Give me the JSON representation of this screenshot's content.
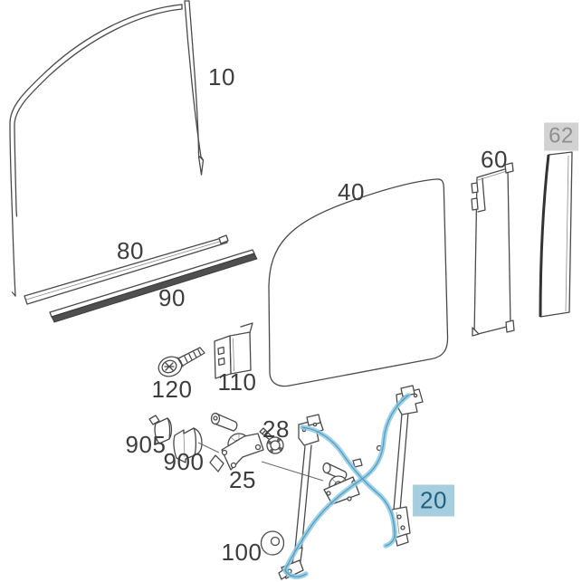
{
  "diagram": {
    "background": "#ffffff"
  },
  "colors": {
    "line": "#4a4a4a",
    "label_text": "#3d3d3d",
    "highlight_badge_bg": "#a7cede",
    "highlight_badge_text": "#20617f",
    "muted_badge_bg": "#d2d2d2",
    "muted_badge_text": "#8f8f8f",
    "cable_highlight": "#8ec9e3"
  },
  "callouts": [
    {
      "label": "10",
      "style": "plain"
    },
    {
      "label": "80",
      "style": "plain"
    },
    {
      "label": "90",
      "style": "plain"
    },
    {
      "label": "40",
      "style": "plain"
    },
    {
      "label": "60",
      "style": "plain"
    },
    {
      "label": "62",
      "style": "muted-badge"
    },
    {
      "label": "120",
      "style": "plain"
    },
    {
      "label": "110",
      "style": "plain"
    },
    {
      "label": "905",
      "style": "plain"
    },
    {
      "label": "900",
      "style": "plain"
    },
    {
      "label": "25",
      "style": "plain"
    },
    {
      "label": "28",
      "style": "plain"
    },
    {
      "label": "20",
      "style": "highlight-badge"
    },
    {
      "label": "100",
      "style": "plain"
    }
  ]
}
